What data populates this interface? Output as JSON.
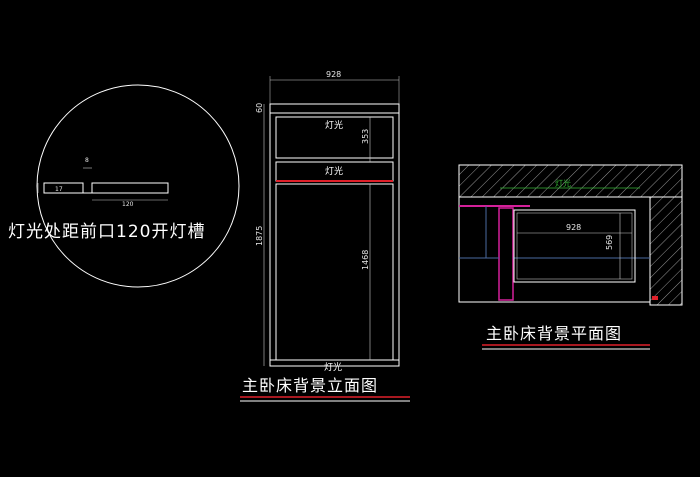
{
  "colors": {
    "background": "#000000",
    "line": "#ffffff",
    "accent_red": "#e0202a",
    "accent_magenta": "#d4209a",
    "accent_green": "#35b535",
    "accent_blue": "#4a6aa0"
  },
  "detail": {
    "note": "灯光处距前口120开灯槽",
    "dim_top": "8",
    "dim_left": "17",
    "dim_bottom": "120"
  },
  "elevation": {
    "title": "主卧床背景立面图",
    "width_dim": "928",
    "top_small_dim": "60",
    "upper_dim": "353",
    "total_height_dim": "1875",
    "panel_height_dim": "1468",
    "light_label_top": "灯光",
    "light_label_mid": "灯光",
    "light_label_bottom": "灯光"
  },
  "plan": {
    "title": "主卧床背景平面图",
    "green_label": "灯光",
    "width_dim": "928",
    "depth_dim": "569"
  }
}
